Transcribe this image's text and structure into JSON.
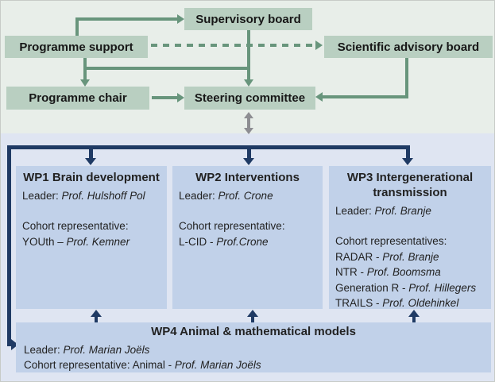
{
  "colors": {
    "top-bg": "#e8eee9",
    "bottom-bg": "#dfe5f2",
    "green-box": "#b9cfc1",
    "green-arrow": "#68957c",
    "gray-arrow": "#8d8d92",
    "navy": "#1f3a64",
    "wp-box": "#c1d1e9"
  },
  "top": {
    "boxes": {
      "supervisory_board": "Supervisory board",
      "programme_support": "Programme support",
      "scientific_advisory_board": "Scientific advisory board",
      "programme_chair": "Programme chair",
      "steering_committee": "Steering committee"
    }
  },
  "work_packages": {
    "wp1": {
      "title": "WP1 Brain development",
      "leader_label": "Leader: ",
      "leader_name": "Prof. Hulshoff Pol",
      "cohort_label": "Cohort representative:",
      "cohorts": [
        {
          "prefix": "YOUth – ",
          "name": "Prof. Kemner"
        }
      ]
    },
    "wp2": {
      "title": "WP2 Interventions",
      "leader_label": "Leader: ",
      "leader_name": "Prof. Crone",
      "cohort_label": "Cohort representative:",
      "cohorts": [
        {
          "prefix": "L-CID - ",
          "name": "Prof.Crone"
        }
      ]
    },
    "wp3": {
      "title": "WP3 Intergenerational transmission",
      "leader_label": "Leader: ",
      "leader_name": "Prof. Branje",
      "cohort_label": "Cohort representatives:",
      "cohorts": [
        {
          "prefix": "RADAR - ",
          "name": "Prof. Branje"
        },
        {
          "prefix": "NTR - ",
          "name": "Prof. Boomsma"
        },
        {
          "prefix": "Generation R - ",
          "name": "Prof. Hillegers"
        },
        {
          "prefix": "TRAILS - ",
          "name": "Prof. Oldehinkel"
        }
      ]
    },
    "wp4": {
      "title": "WP4 Animal & mathematical models",
      "leader_label": "Leader: ",
      "leader_name": "Prof. Marian Joëls",
      "cohort_prefix": "Cohort representative: Animal - ",
      "cohort_name": "Prof. Marian Joëls"
    }
  }
}
